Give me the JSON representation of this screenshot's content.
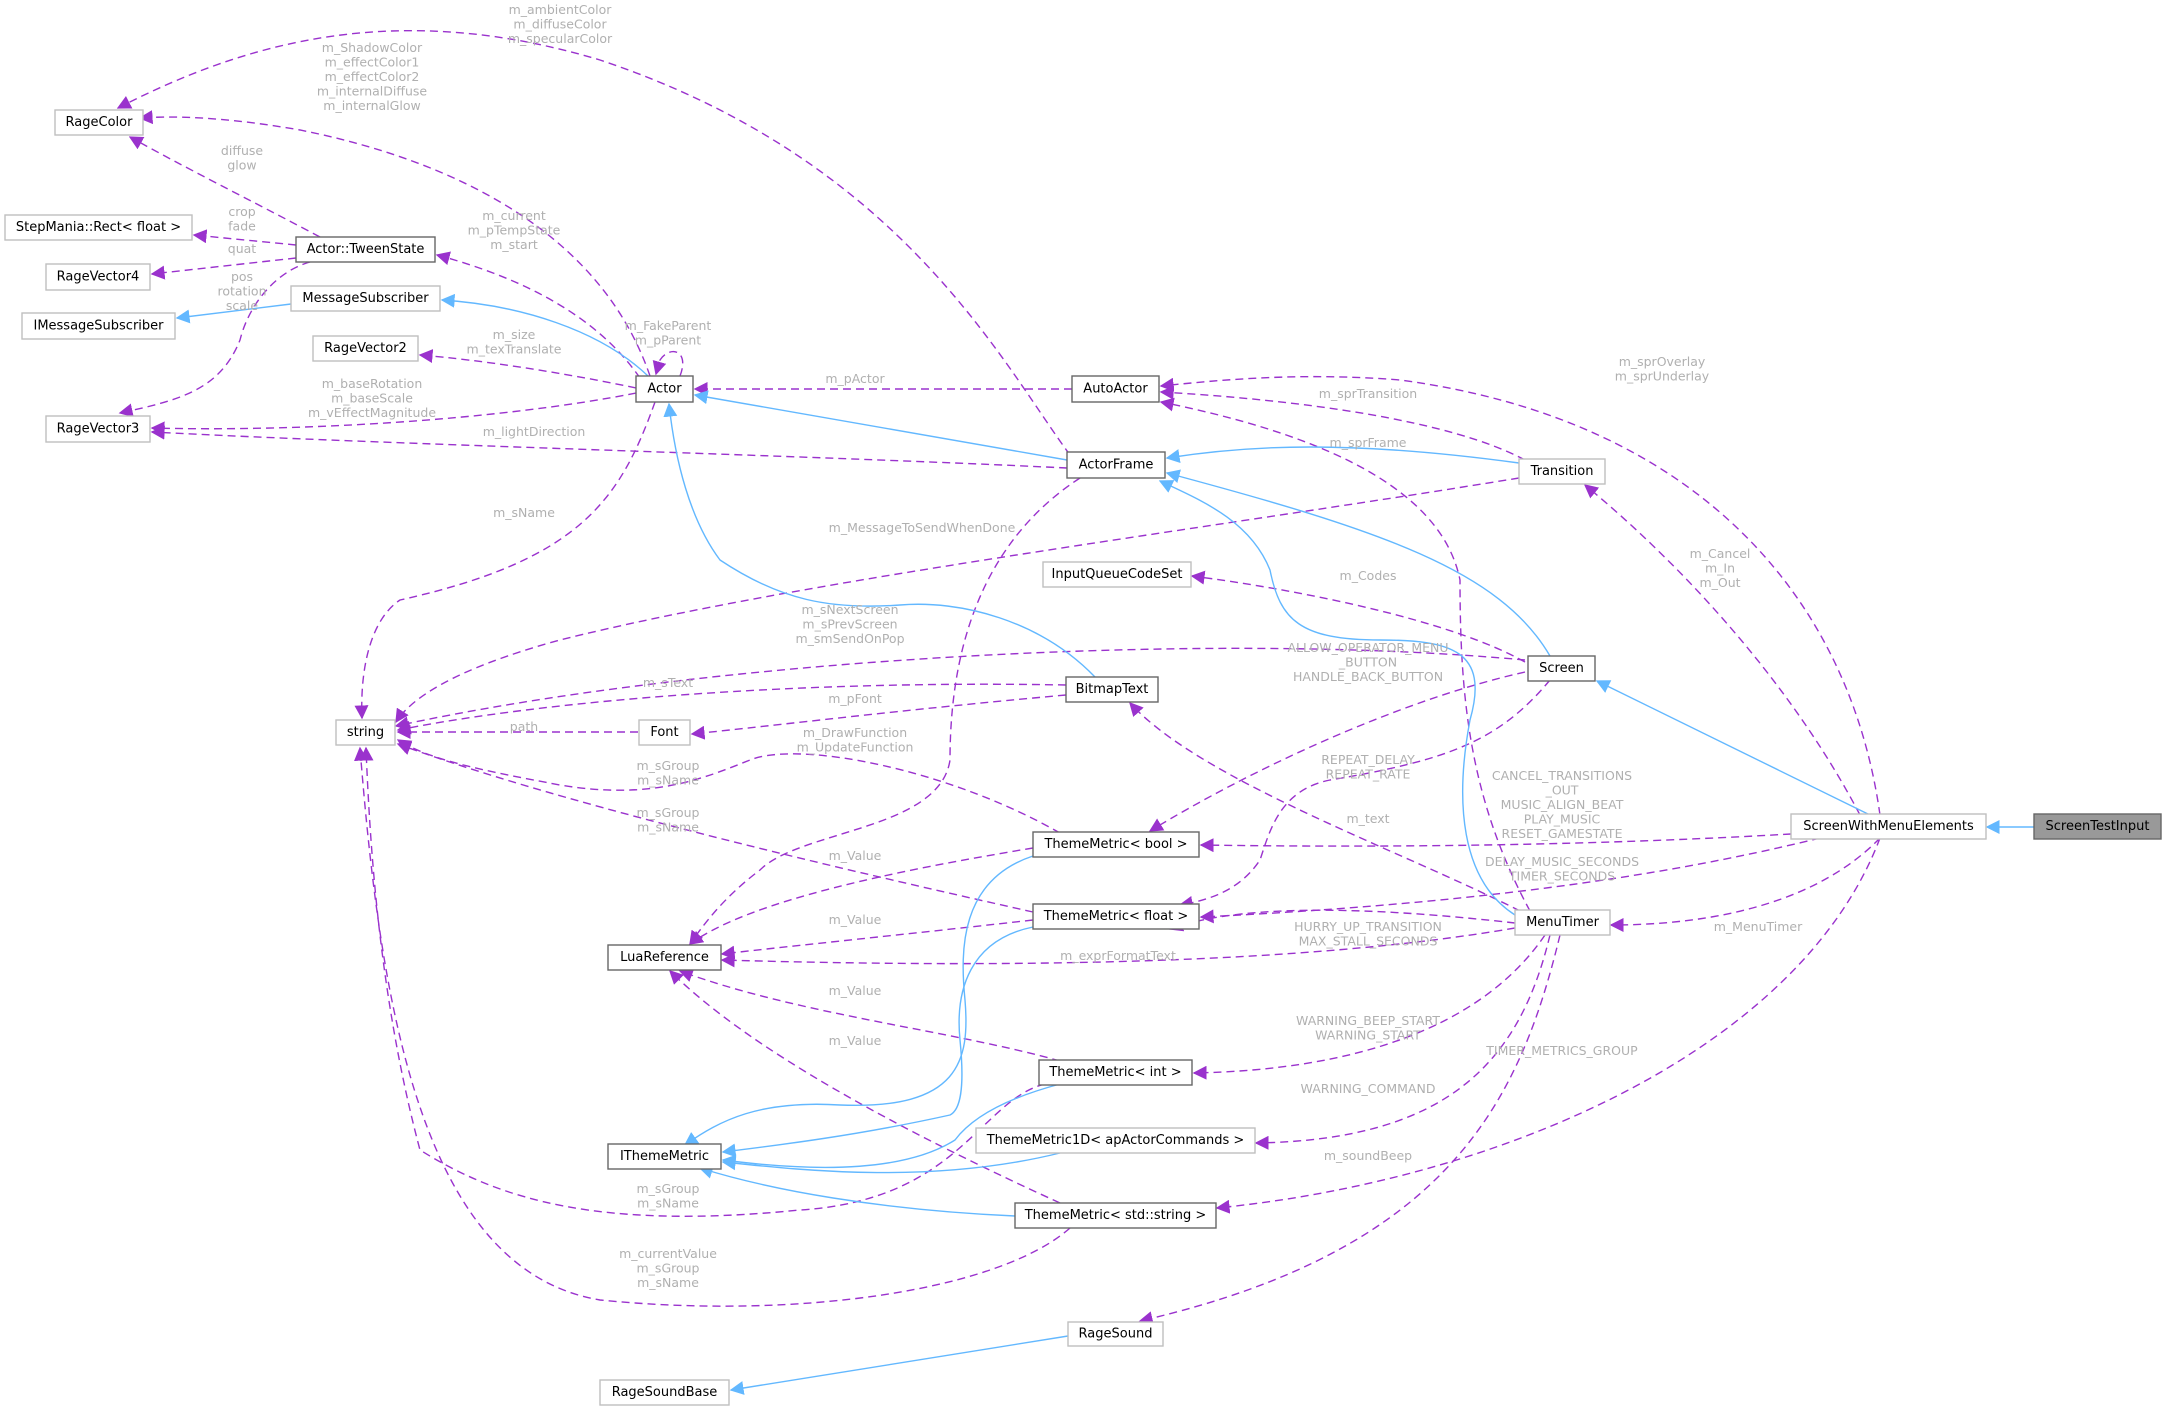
{
  "diagram": {
    "kind": "collaboration-graph",
    "focus_node": "ScreenTestInput",
    "colors": {
      "inheritance_edge": "#63b8ff",
      "usage_edge": "#9a32cd",
      "edge_label": "#b0b0b0",
      "focus_fill": "#999999"
    },
    "nodes": {
      "RageColor": "RageColor",
      "StepManiaRect": "StepMania::Rect< float >",
      "TweenState": "Actor::TweenState",
      "RageVector4": "RageVector4",
      "MessageSubscriber": "MessageSubscriber",
      "IMessageSubscriber": "IMessageSubscriber",
      "RageVector2": "RageVector2",
      "RageVector3": "RageVector3",
      "Actor": "Actor",
      "AutoActor": "AutoActor",
      "ActorFrame": "ActorFrame",
      "Transition": "Transition",
      "InputQueueCodeSet": "InputQueueCodeSet",
      "Screen": "Screen",
      "string": "string",
      "Font": "Font",
      "BitmapText": "BitmapText",
      "TMbool": "ThemeMetric< bool >",
      "TMfloat": "ThemeMetric< float >",
      "LuaReference": "LuaReference",
      "TMint": "ThemeMetric< int >",
      "TM1D": "ThemeMetric1D< apActorCommands >",
      "IThemeMetric": "IThemeMetric",
      "TMstring": "ThemeMetric< std::string >",
      "MenuTimer": "MenuTimer",
      "ScreenWithMenuElements": "ScreenWithMenuElements",
      "ScreenTestInput": "ScreenTestInput",
      "RageSound": "RageSound",
      "RageSoundBase": "RageSoundBase"
    },
    "edge_labels": {
      "ambient": [
        "m_ambientColor",
        "m_diffuseColor",
        "m_specularColor"
      ],
      "shadow": [
        "m_ShadowColor",
        "m_effectColor1",
        "m_effectColor2",
        "m_internalDiffuse",
        "m_internalGlow"
      ],
      "diffuse": [
        "diffuse",
        "glow"
      ],
      "crop": [
        "crop",
        "fade"
      ],
      "quat": [
        "quat"
      ],
      "pos": [
        "pos",
        "rotation",
        "scale"
      ],
      "current": [
        "m_current",
        "m_pTempState",
        "m_start"
      ],
      "fake": [
        "m_FakeParent",
        "m_pParent"
      ],
      "size": [
        "m_size",
        "m_texTranslate"
      ],
      "baseRot": [
        "m_baseRotation",
        "m_baseScale",
        "m_vEffectMagnitude"
      ],
      "light": [
        "m_lightDirection"
      ],
      "pActor": [
        "m_pActor"
      ],
      "sprTransition": [
        "m_sprTransition"
      ],
      "sprFrame": [
        "m_sprFrame"
      ],
      "overlay": [
        "m_sprOverlay",
        "m_sprUnderlay"
      ],
      "sName": [
        "m_sName"
      ],
      "msgDone": [
        "m_MessageToSendWhenDone"
      ],
      "codes": [
        "m_Codes"
      ],
      "cancel": [
        "m_Cancel",
        "m_In",
        "m_Out"
      ],
      "nextScreen": [
        "m_sNextScreen",
        "m_sPrevScreen",
        "m_smSendOnPop"
      ],
      "sText": [
        "m_sText"
      ],
      "pFont": [
        "m_pFont"
      ],
      "path": [
        "path"
      ],
      "drawFn": [
        "m_DrawFunction",
        "m_UpdateFunction"
      ],
      "groupA": [
        "m_sGroup",
        "m_sName"
      ],
      "groupB": [
        "m_sGroup",
        "m_sName"
      ],
      "groupC": [
        "m_sGroup",
        "m_sName"
      ],
      "currentValue": [
        "m_currentValue",
        "m_sGroup",
        "m_sName"
      ],
      "allowOp": [
        "ALLOW_OPERATOR_MENU",
        "_BUTTON",
        "HANDLE_BACK_BUTTON"
      ],
      "repeat": [
        "REPEAT_DELAY",
        "REPEAT_RATE"
      ],
      "mText": [
        "m_text"
      ],
      "cancelTrans": [
        "CANCEL_TRANSITIONS",
        "_OUT",
        "MUSIC_ALIGN_BEAT",
        "PLAY_MUSIC",
        "RESET_GAMESTATE"
      ],
      "delayMusic": [
        "DELAY_MUSIC_SECONDS",
        "TIMER_SECONDS"
      ],
      "valueBool": [
        "m_Value"
      ],
      "valueFloat": [
        "m_Value"
      ],
      "valueInt": [
        "m_Value"
      ],
      "valueString": [
        "m_Value"
      ],
      "hurry": [
        "HURRY_UP_TRANSITION",
        "MAX_STALL_SECONDS"
      ],
      "exprFormat": [
        "m_exprFormatText"
      ],
      "menuTimer": [
        "m_MenuTimer"
      ],
      "warningBeep": [
        "WARNING_BEEP_START",
        "WARNING_START"
      ],
      "timerGroup": [
        "TIMER_METRICS_GROUP"
      ],
      "warningCmd": [
        "WARNING_COMMAND"
      ],
      "soundBeep": [
        "m_soundBeep"
      ]
    }
  }
}
